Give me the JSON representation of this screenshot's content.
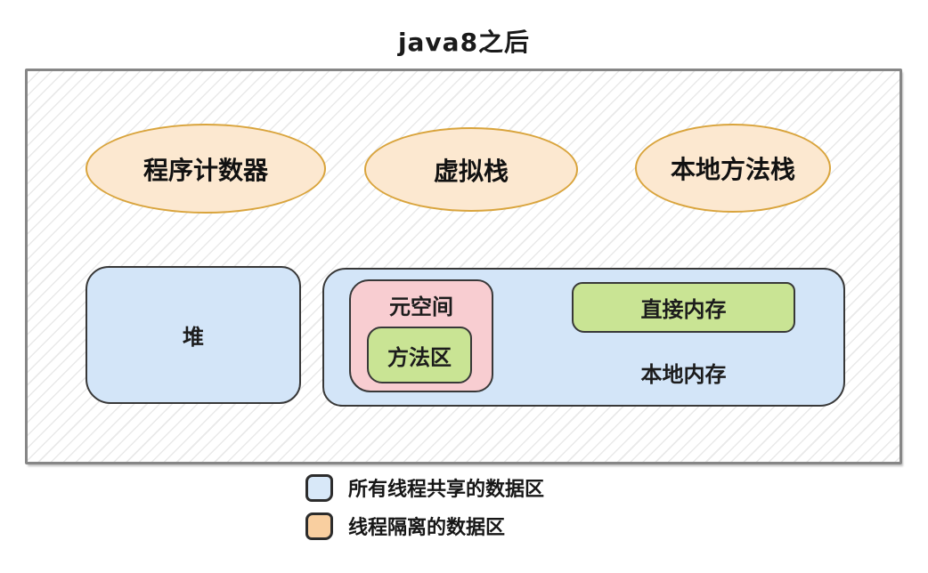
{
  "title": "java8之后",
  "thread_isolated_areas": [
    {
      "label": "程序计数器"
    },
    {
      "label": "虚拟栈"
    },
    {
      "label": "本地方法栈"
    }
  ],
  "shared_areas": {
    "heap_label": "堆",
    "metaspace_label": "元空间",
    "method_area_label": "方法区",
    "direct_memory_label": "直接内存",
    "native_memory_label": "本地内存"
  },
  "legend": {
    "items": [
      {
        "label": "所有线程共享的数据区",
        "color": "#d8e8f8"
      },
      {
        "label": "线程隔离的数据区",
        "color": "#f9cfa0"
      }
    ]
  },
  "colors": {
    "ellipse_fill": "#fce8d0",
    "ellipse_border": "#d9a43c",
    "shared_box_fill": "#d3e5f8",
    "metaspace_fill": "#f8cdd1",
    "green_fill": "#c9e494",
    "box_outline": "#383838",
    "frame_border": "#868686",
    "hatch_line": "#e9e9e9"
  }
}
